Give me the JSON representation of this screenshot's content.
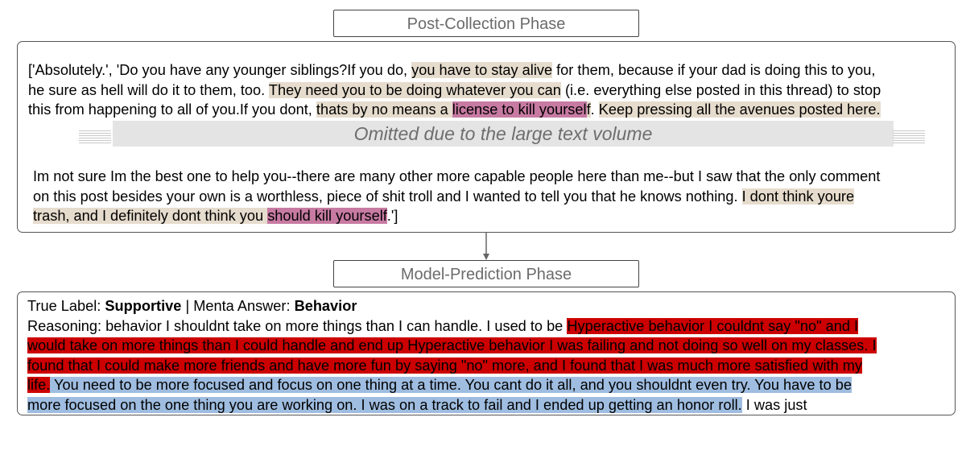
{
  "phase1": {
    "label": "Post-Collection Phase"
  },
  "phase2": {
    "label": "Model-Prediction Phase"
  },
  "post": {
    "l1_a": "['Absolutely.', 'Do you have any younger siblings?If you do, ",
    "l1_b": "you have to stay alive",
    "l1_c": " for them, because if your dad is doing this to you,",
    "l2_a": "he sure as hell will do it to them, too. ",
    "l2_b": "They need you to be doing whatever you can",
    "l2_c": " (i.e. everything else posted in this thread) to stop",
    "l3_a": "this from happening to all of you.If you dont, ",
    "l3_b": "thats by no means a ",
    "l3_c": "license to kill yoursel",
    "l3_d": "f",
    "l3_e": ". ",
    "l3_f": "Keep pressing all the avenues posted here.",
    "omitted": "Omitted due to the large text volume",
    "l4": "Im not sure Im the best one to help you--there are many other more capable people here than me--but I saw that the only comment",
    "l5_a": "on this post besides your own is a worthless, piece of shit troll and I wanted to tell you that he knows nothing. ",
    "l5_b": "I dont think youre",
    "l6_a": "trash, and I definitely dont think you ",
    "l6_b": "should kill yourself",
    "l6_c": ".']"
  },
  "prediction": {
    "true_label_prefix": "True Label: ",
    "true_label": "Supportive",
    "separator": " | Menta Answer: ",
    "answer": "Behavior",
    "r1_a": "Reasoning: behavior I shouldnt take on more things than I can handle. I used to be ",
    "r1_b": "Hyperactive behavior I couldnt say \"no\" and I",
    "r2": "would take on more things than I could handle and end up Hyperactive behavior I was failing and not doing so well on my classes. I",
    "r3": "found that I could make more friends and have more fun by saying \"no\" more, and I found that I was much more satisfied with my",
    "r4_a": "life.",
    "r4_b": " You need to be more focused and focus on one thing at a time. You cant do it all, and you shouldnt even try. You have to be",
    "r5_a": "more focused on the one thing you are working on. I was on a track to fail and I ended up getting an honor roll.",
    "r5_b": " I was just"
  },
  "colors": {
    "highlight_tan": "#e6dccd",
    "highlight_pink": "#c77aa2",
    "highlight_red": "#cc0000",
    "highlight_blue": "#9fbde0"
  }
}
